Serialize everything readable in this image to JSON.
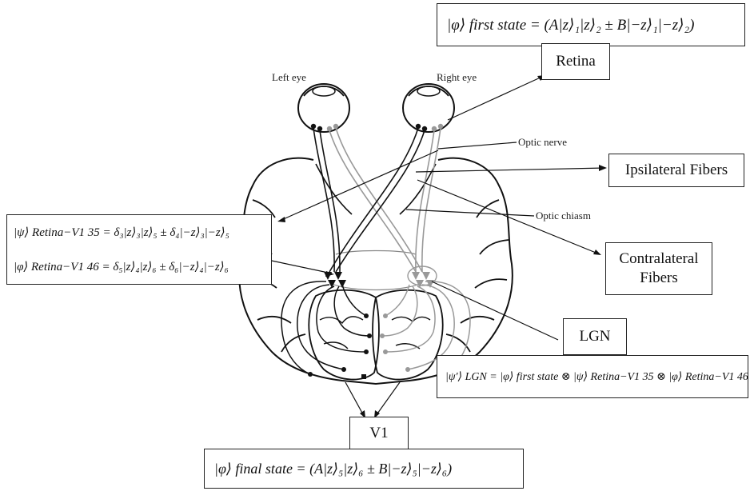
{
  "labels": {
    "retina": "Retina",
    "ipsilateral": "Ipsilateral Fibers",
    "contralateral_1": "Contralateral",
    "contralateral_2": "Fibers",
    "lgn": "LGN",
    "v1": "V1",
    "left_eye": "Left eye",
    "right_eye": "Right eye",
    "optic_nerve": "Optic nerve",
    "optic_chiasm": "Optic chiasm"
  },
  "equations": {
    "first_state": "|φ⟩ first state = (A|z⟩₁|z⟩₂ ± B|−z⟩₁|−z⟩₂)",
    "retina_v1_35": "|ψ⟩ Retina−V1 35 = δ₃|z⟩₃|z⟩₅ ± δ₄|−z⟩₃|−z⟩₅",
    "retina_v1_46": "|φ⟩ Retina−V1 46 = δ₅|z⟩₄|z⟩₆ ± δ₆|−z⟩₄|−z⟩₆",
    "lgn": "|ψ′⟩ LGN = |φ⟩ first state ⊗ |ψ⟩ Retina−V1 35 ⊗ |φ⟩ Retina−V1 46",
    "final_state": "|φ⟩ final state = (A|z⟩₅|z⟩₆ ± B|−z⟩₅|−z⟩₆)"
  },
  "colors": {
    "ink": "#111111",
    "fiber_gray": "#9a9a9a",
    "background": "#ffffff"
  }
}
